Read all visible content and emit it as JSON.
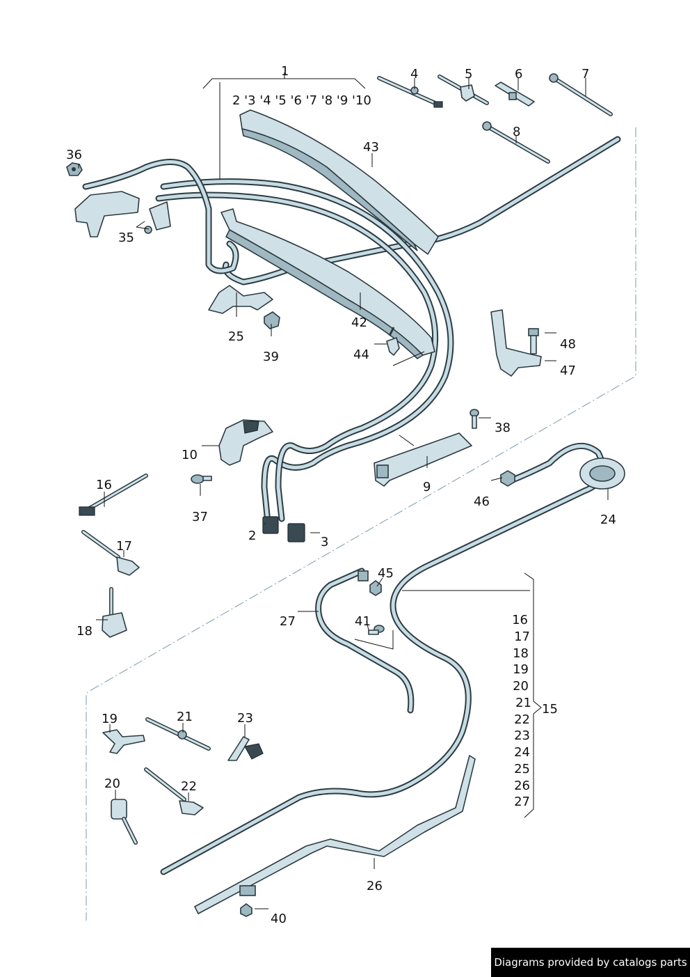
{
  "callouts": {
    "c1": "1",
    "c2_10": "2 '3 '4 '5 '6 '7 '8 '9 '10",
    "c2": "2",
    "c3": "3",
    "c4": "4",
    "c5": "5",
    "c6": "6",
    "c7": "7",
    "c8": "8",
    "c9": "9",
    "c10": "10",
    "c15": "15",
    "c16": "16",
    "c17": "17",
    "c18": "18",
    "c19": "19",
    "c20": "20",
    "c21": "21",
    "c22": "22",
    "c23": "23",
    "c24": "24",
    "c25": "25",
    "c26": "26",
    "c27": "27",
    "c35": "35",
    "c36": "36",
    "c37": "37",
    "c38": "38",
    "c39": "39",
    "c40": "40",
    "c41": "41",
    "c42": "42",
    "c43": "43",
    "c44": "44",
    "c45": "45",
    "c46": "46",
    "c47": "47",
    "c48": "48"
  },
  "bracket_list": [
    "16",
    "17",
    "18",
    "19",
    "20",
    "21",
    "22",
    "23",
    "24",
    "25",
    "26",
    "27"
  ],
  "footer": "Diagrams provided by catalogs parts",
  "colors": {
    "part_fill": "#cfe0e7",
    "outline": "#2c3a40",
    "footer_bg": "#000000"
  }
}
